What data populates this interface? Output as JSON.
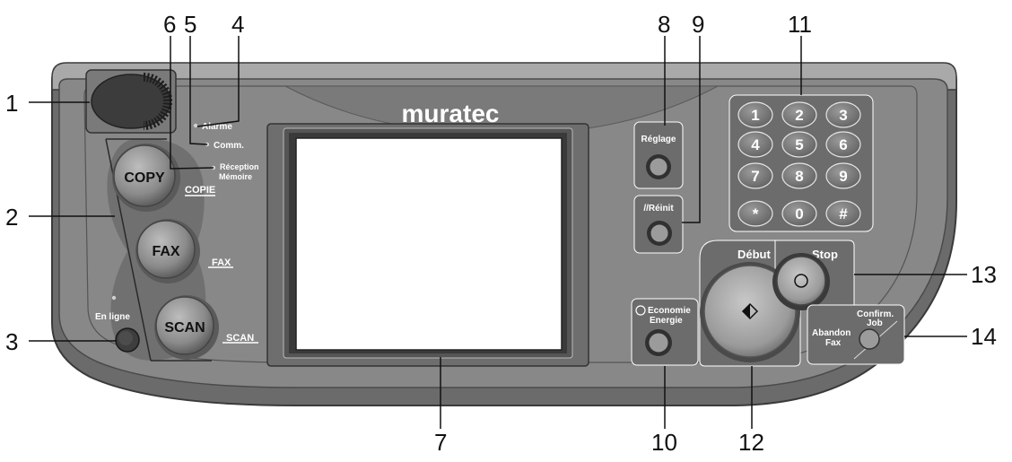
{
  "brand": "muratec",
  "indicators": {
    "alarm": "Alarme",
    "comm": "Comm.",
    "reception_line1": "Réception",
    "reception_line2": "Mémoire",
    "online": "En ligne"
  },
  "mode_buttons": {
    "copy": "COPY",
    "copy_label": "COPIE",
    "fax": "FAX",
    "fax_label": "FAX",
    "scan": "SCAN",
    "scan_label": "SCAN"
  },
  "function_buttons": {
    "setup": "Réglage",
    "reset": "//Réinit",
    "energy_line1": "Economie",
    "energy_line2": "Energie",
    "start": "Début",
    "stop": "Stop",
    "confirm_line1": "Confirm.",
    "confirm_line2": "Job",
    "cancel_line1": "Abandon",
    "cancel_line2": "Fax"
  },
  "keypad": [
    "1",
    "2",
    "3",
    "4",
    "5",
    "6",
    "7",
    "8",
    "9",
    "*",
    "0",
    "#"
  ],
  "callouts": [
    "1",
    "2",
    "3",
    "4",
    "5",
    "6",
    "7",
    "8",
    "9",
    "10",
    "11",
    "12",
    "13",
    "14"
  ],
  "colors": {
    "panel": "#858585",
    "panel_dark": "#5e5e5e",
    "screen": "#ffffff",
    "button": "#8f8f8f",
    "dark_button": "#3a3a3a"
  }
}
